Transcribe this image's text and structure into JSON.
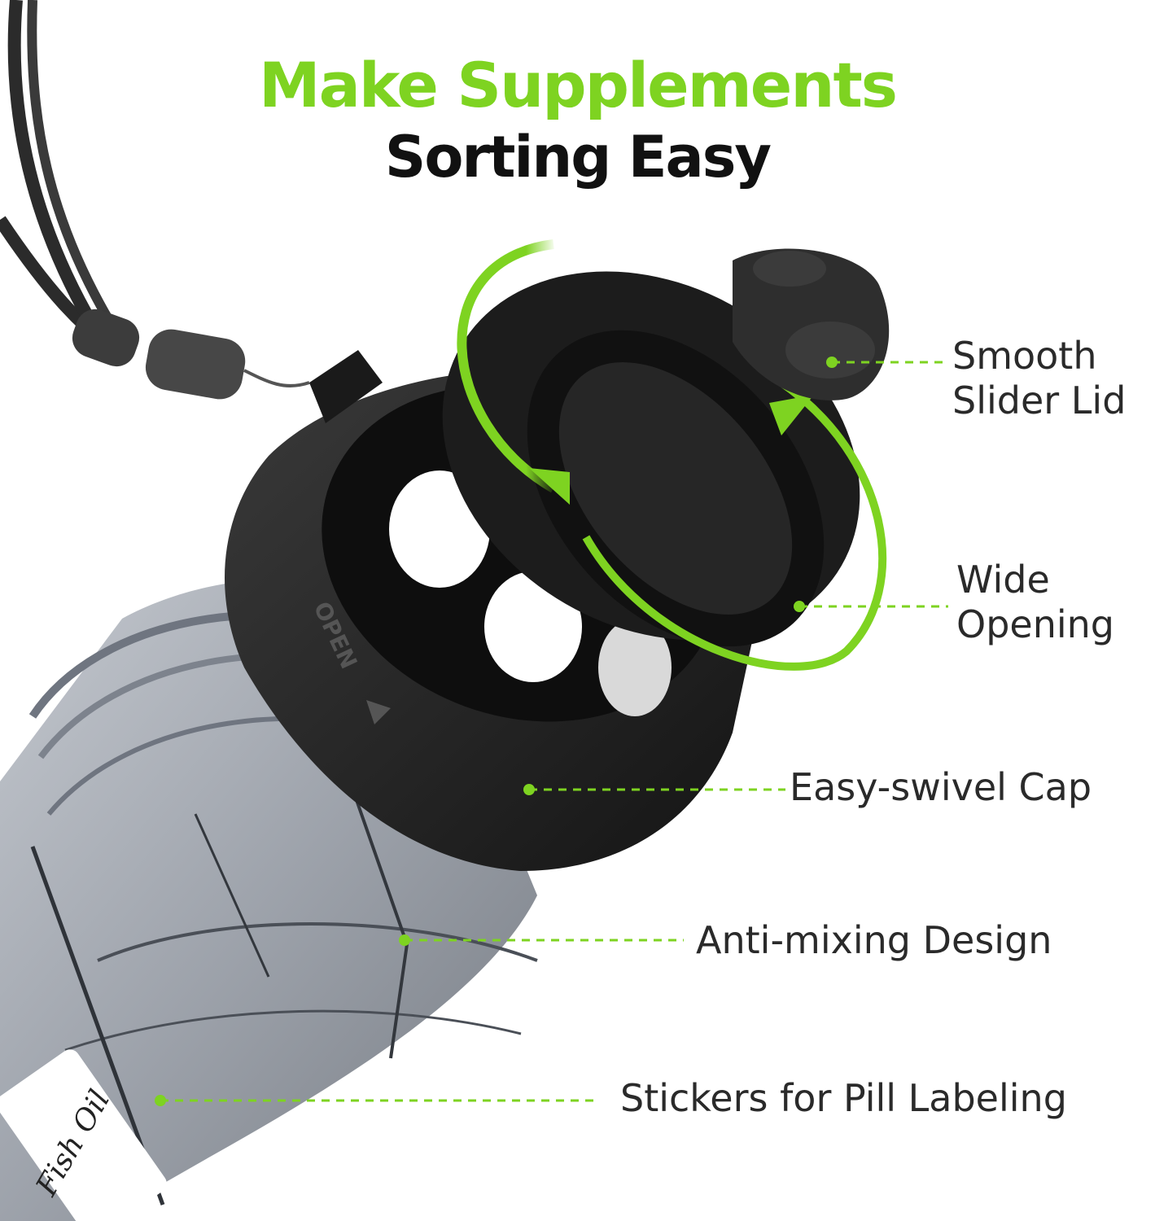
{
  "headline": {
    "line1": "Make Supplements",
    "line2": "Sorting Easy"
  },
  "callouts": {
    "slider_lid": {
      "line1": "Smooth",
      "line2": "Slider Lid"
    },
    "wide_opening": {
      "line1": "Wide",
      "line2": "Opening"
    },
    "swivel_cap": "Easy-swivel Cap",
    "anti_mixing": "Anti-mixing Design",
    "stickers": "Stickers for Pill Labeling"
  },
  "product_marks": {
    "cap_engraving": "OPEN",
    "sticker_text": "Fish Oil"
  },
  "colors": {
    "accent": "#7ed321",
    "headline_dark": "#111111",
    "cap": "#1e1e1e",
    "bottle": "#8c929c"
  }
}
